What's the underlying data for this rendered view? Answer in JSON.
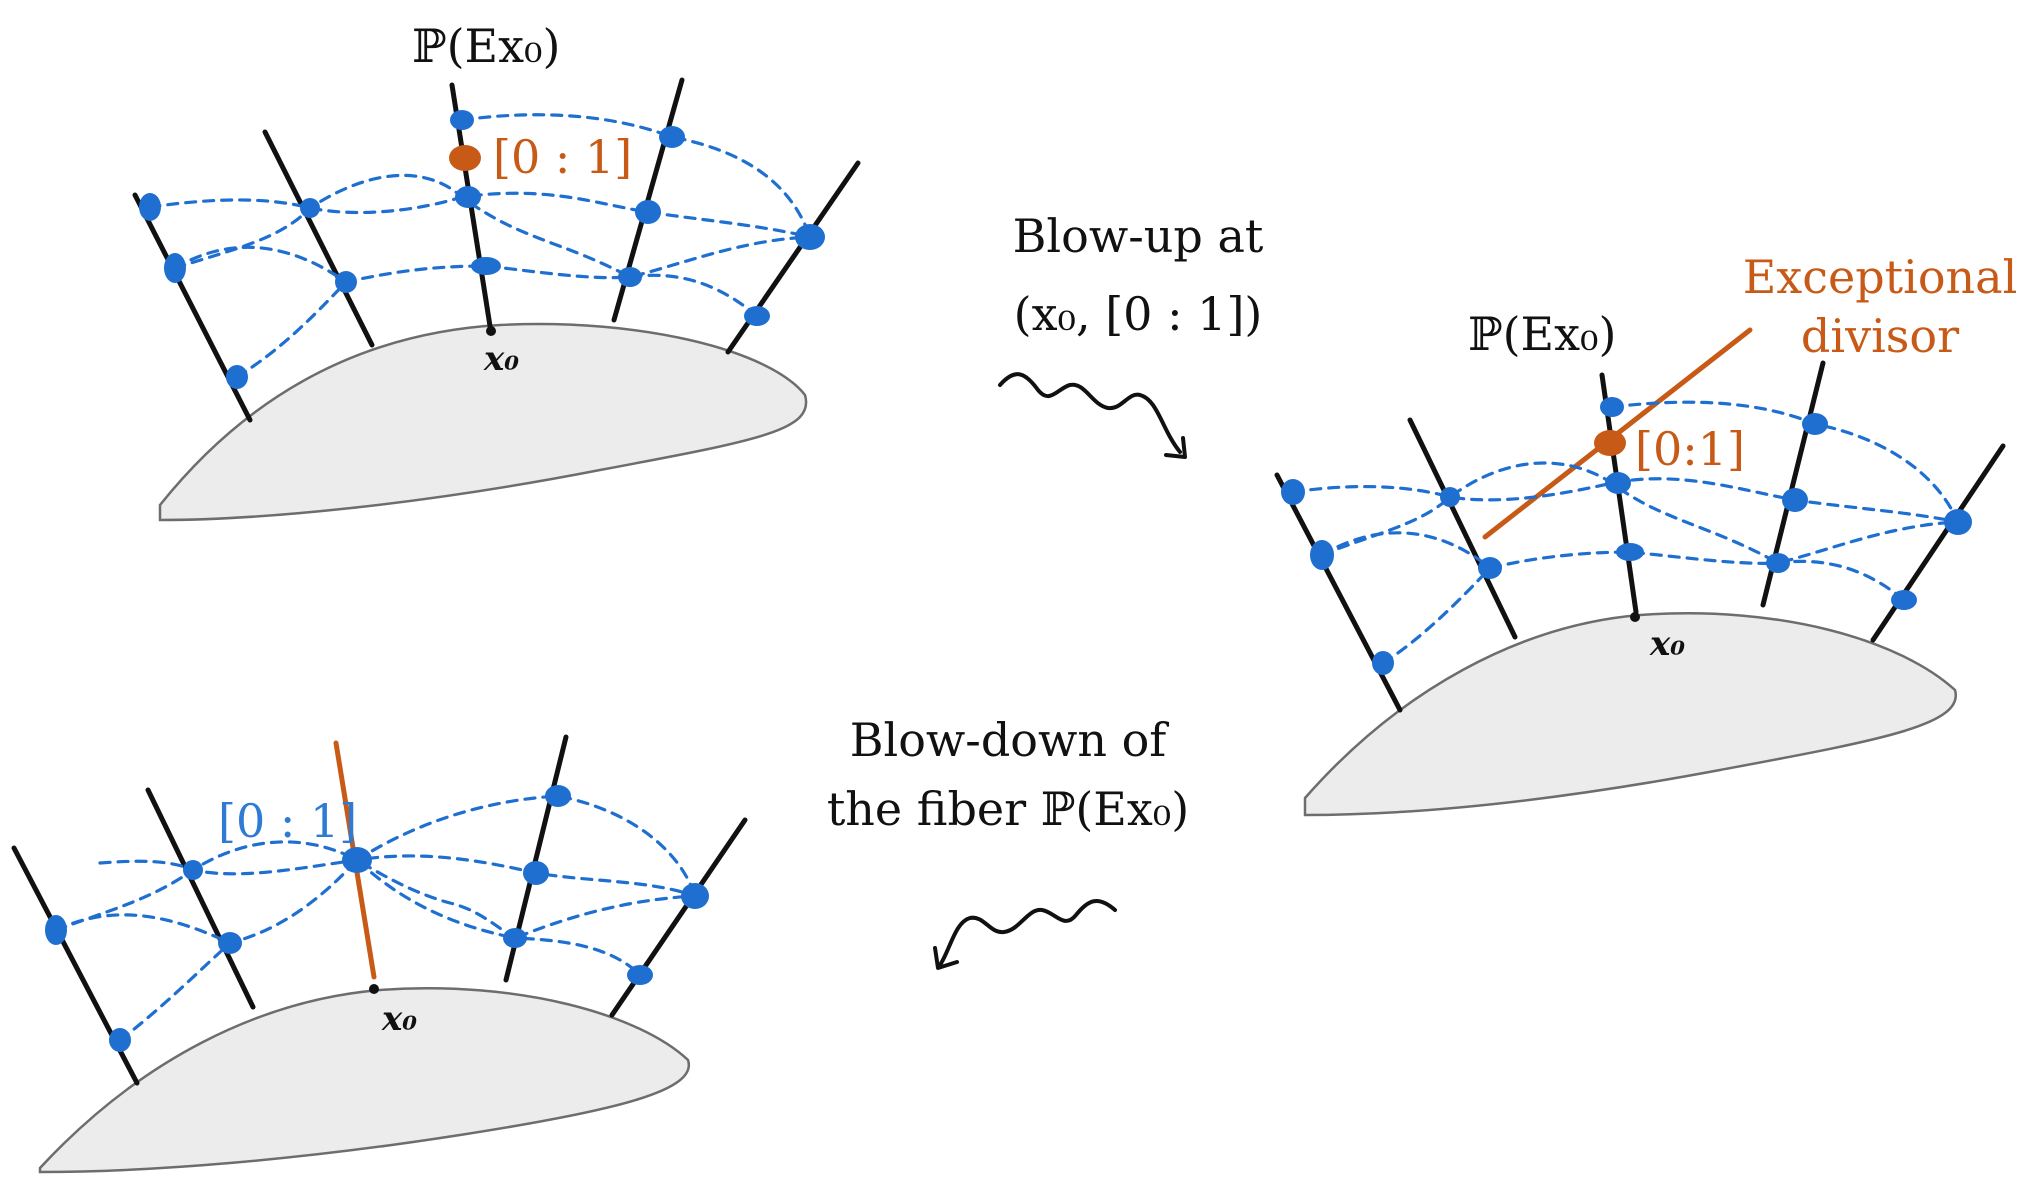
{
  "labels": {
    "fiber_top_left": "ℙ(Ex₀)",
    "point_top_left": "[0 : 1]",
    "base_point": "x₀",
    "blow_up_line1": "Blow-up at",
    "blow_up_line2": "(x₀, [0 : 1])",
    "fiber_right": "ℙ(Ex₀)",
    "exceptional_line1": "Exceptional",
    "exceptional_line2": "divisor",
    "point_right": "[0:1]",
    "blow_down_line1": "Blow-down of",
    "blow_down_line2": "the fiber ℙ(Ex₀)",
    "point_bottom_left": "[0 : 1]"
  },
  "colors": {
    "fiber": "#111111",
    "section": "#1f6fd1",
    "exceptional": "#c85a17",
    "ground": "#ececec"
  }
}
